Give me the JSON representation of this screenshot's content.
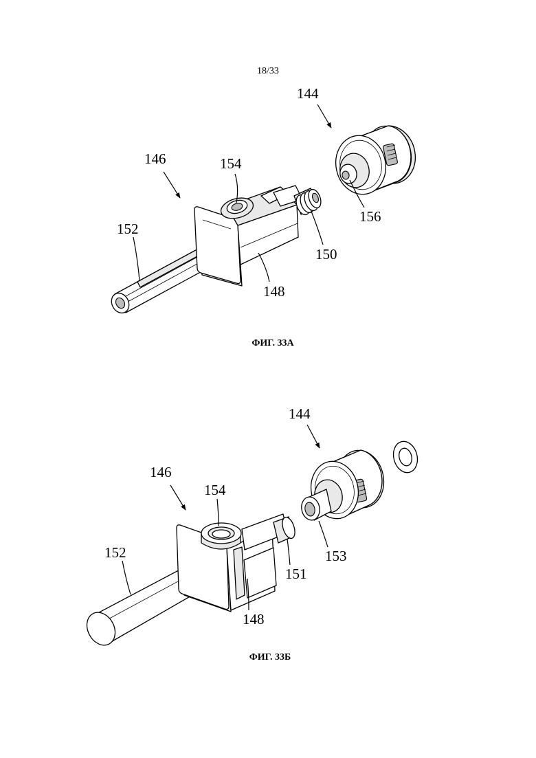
{
  "page_number": "18/33",
  "figures": [
    {
      "caption": "ФИГ. 33А",
      "labels": {
        "l144": "144",
        "l146": "146",
        "l154": "154",
        "l152": "152",
        "l156": "156",
        "l150": "150",
        "l148": "148"
      }
    },
    {
      "caption": "ФИГ. 33Б",
      "labels": {
        "l144": "144",
        "l146": "146",
        "l154": "154",
        "l152": "152",
        "l153": "153",
        "l151": "151",
        "l148": "148"
      }
    }
  ]
}
